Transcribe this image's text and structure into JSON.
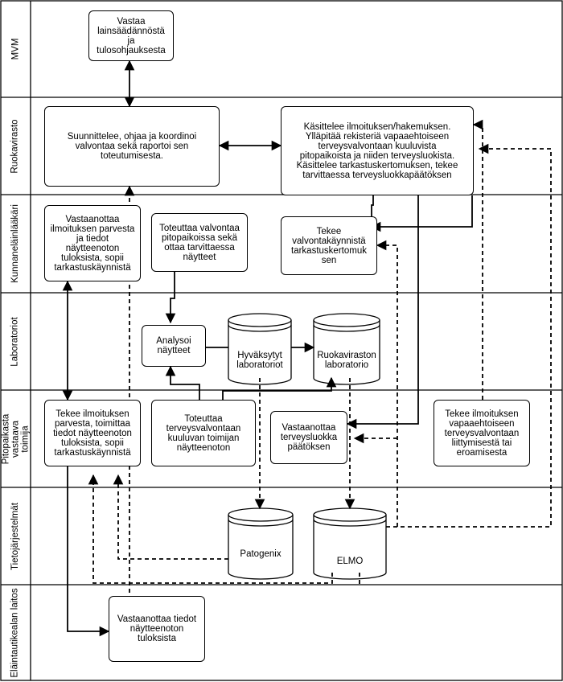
{
  "lanes": [
    {
      "label": "MVM"
    },
    {
      "label": "Ruokavirasto"
    },
    {
      "label": "Kunnaneläinlääkäri"
    },
    {
      "label": "Laboratoriot"
    },
    {
      "label": "Pitopaikasta\nvastaava toimija"
    },
    {
      "label": "Tietojärjestelmät"
    },
    {
      "label": "Eläintautikealan laitos"
    }
  ],
  "nodes": {
    "mvm": "Vastaa\nlainsäädännöstä\nja\ntulosohjauksesta",
    "rv_plan": "Suunnittelee, ohjaa ja koordinoi\nvalvontaa sekä raportoi sen\ntoteutumisesta.",
    "rv_handle": "Käsittelee ilmoituksen/hakemuksen.\nYlläpitää rekisteriä vapaaehtoiseen\nterveysvalvontaan kuuluvista\npitopaikoista ja niiden terveysluokista.\nKäsittelee tarkastuskertomuksen, tekee\ntarvittaessa terveysluokkapäätöksen",
    "kel_receive": "Vastaanottaa\nilmoituksen parvesta\nja tiedot\nnäytteenoton\ntuloksista, sopii\ntarkastuskäynnistä",
    "kel_sample": "Toteuttaa valvontaa\npitopaikoissa sekä\nottaa tarvittaessa\nnäytteet",
    "kel_visit": "Tekee\nvalvontakäynnistä\ntarkastuskertomuk\nsen",
    "lab_analyze": "Analysoi\nnäytteet",
    "lab_approved": "Hyväksytyt\nlaboratoriot",
    "lab_rv": "Ruokaviraston\nlaboratorio",
    "op_notify": "Tekee ilmoituksen\nparvesta, toimittaa\ntiedot näytteenoton\ntuloksista, sopii\ntarkastuskäynnistä",
    "op_sampling": "Toteuttaa\nterveysvalvontaan\nkuuluvan toimijan\nnäytteenoton",
    "op_decision": "Vastaanottaa\nterveysluokka\npäätöksen",
    "op_join": "Tekee ilmoituksen\nvapaaehtoiseen\nterveysvalvontaan\nliittymisestä tai\neroamisesta",
    "ts_pato": "Patogenix",
    "ts_elmo": "ELMO",
    "el_receive": "Vastaanottaa tiedot\nnäytteenoton\ntuloksista"
  }
}
